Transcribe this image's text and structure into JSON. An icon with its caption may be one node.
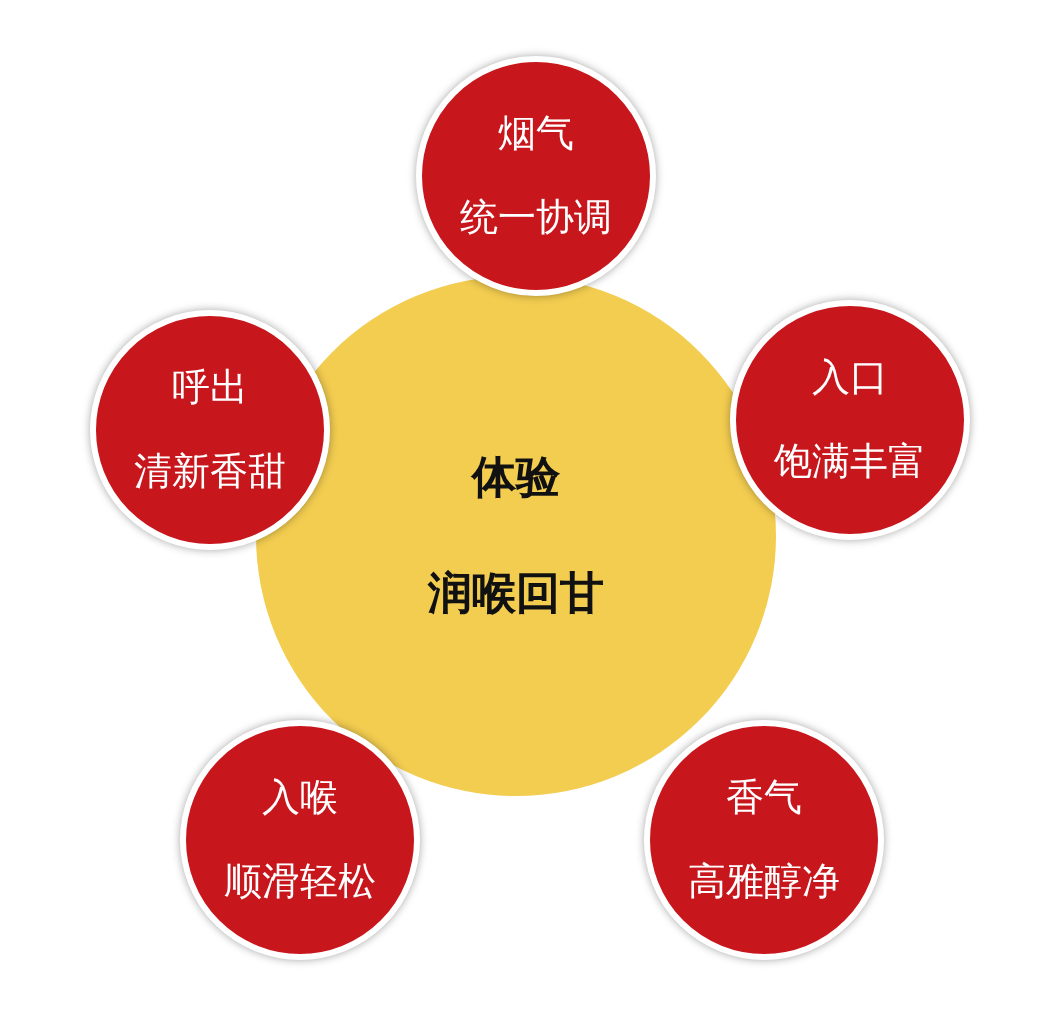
{
  "diagram": {
    "nodes": [
      {
        "text": [
          "烟气",
          "统一协调"
        ]
      },
      {
        "text": [
          "呼出",
          "清新香甜"
        ]
      },
      {
        "text": [
          "入口",
          "饱满丰富"
        ]
      },
      {
        "text": [
          "体验",
          "润喉回甘"
        ]
      },
      {
        "text": [
          "入喉",
          "顺滑轻松"
        ]
      },
      {
        "text": [
          "香气",
          "高雅醇净"
        ]
      }
    ],
    "edges": []
  }
}
